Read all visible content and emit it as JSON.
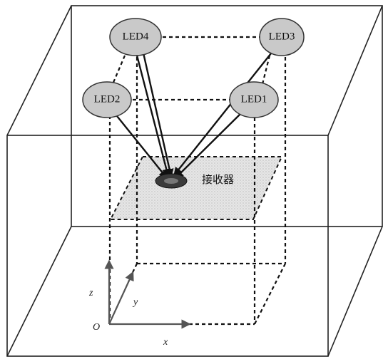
{
  "diagram": {
    "leds": [
      {
        "label": "LED4"
      },
      {
        "label": "LED3"
      },
      {
        "label": "LED2"
      },
      {
        "label": "LED1"
      }
    ],
    "receiver": {
      "label": "接收器"
    },
    "axes": {
      "origin": "O",
      "x": "x",
      "y": "y",
      "z": "z"
    }
  }
}
